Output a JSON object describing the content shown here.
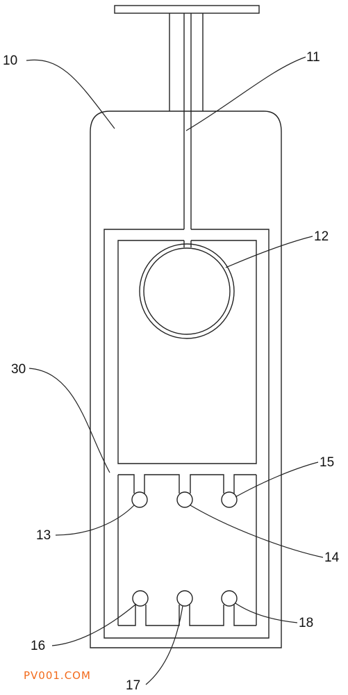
{
  "labels": {
    "l10": "10",
    "l11": "11",
    "l12": "12",
    "l30": "30",
    "l15": "15",
    "l13": "13",
    "l14": "14",
    "l16": "16",
    "l18": "18",
    "l17": "17"
  },
  "watermark": "PV001.COM",
  "colors": {
    "line": "#222222",
    "watermark": "#f26a1b",
    "background": "#ffffff"
  }
}
